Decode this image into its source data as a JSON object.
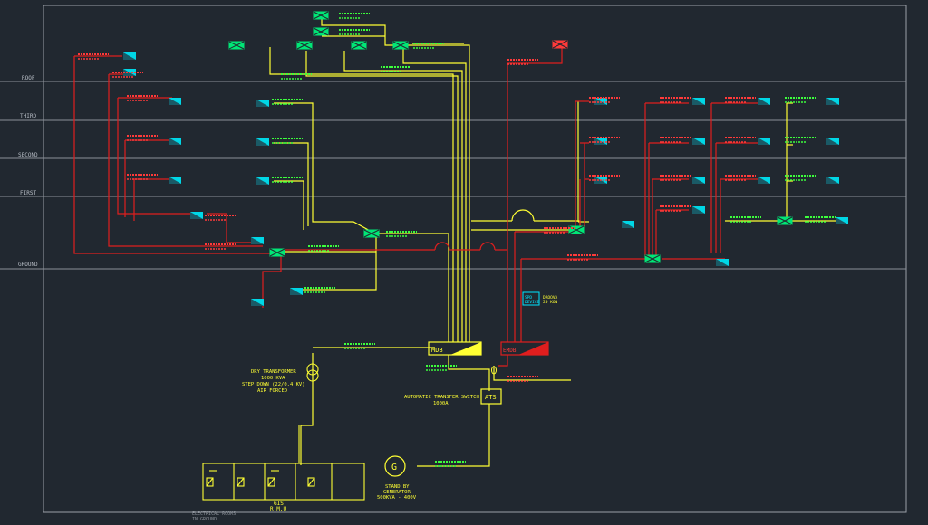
{
  "levels": {
    "roof": "ROOF",
    "third": "THIRD",
    "second": "SECOND",
    "first": "FIRST",
    "ground": "GROUND"
  },
  "main_board": {
    "label": "MDB"
  },
  "emergency_board": {
    "label": "EMDB"
  },
  "ats": {
    "box": "ATS",
    "title": "AUTOMATIC TRANSFER SWITCH",
    "rating": "1000A"
  },
  "transformer": {
    "line1": "DRY TRANSFORMER",
    "line2": "1000 KVA",
    "line3": "STEP DOWN (22/0.4 KV)",
    "line4": "AIR FORCED"
  },
  "generator": {
    "symbol": "G",
    "line1": "STAND BY",
    "line2": "GENERATOR",
    "line3": "500KVA - 400V"
  },
  "gis": {
    "line1": "GIS",
    "line2": "R.M.U",
    "note_line1": "ELECTRICAL ROOMS",
    "note_line2": "IN GROUND"
  },
  "spd": {
    "box_line1": "SPD",
    "box_line2": "DEVICE",
    "note_line1": "DROOVA",
    "note_line2": "20 KON"
  },
  "colors": {
    "background": "#212830",
    "frame": "#9aa0a8",
    "level_line": "#8a9098",
    "normal_power": "#ffff33",
    "emergency_power": "#e01e1e",
    "panel": "#00e676",
    "subpanel": "#00d7e6",
    "text_green": "#3cff3c",
    "text_red": "#ff3a3a",
    "text_yellow": "#ffff33",
    "text_cyan": "#00e5ff"
  }
}
